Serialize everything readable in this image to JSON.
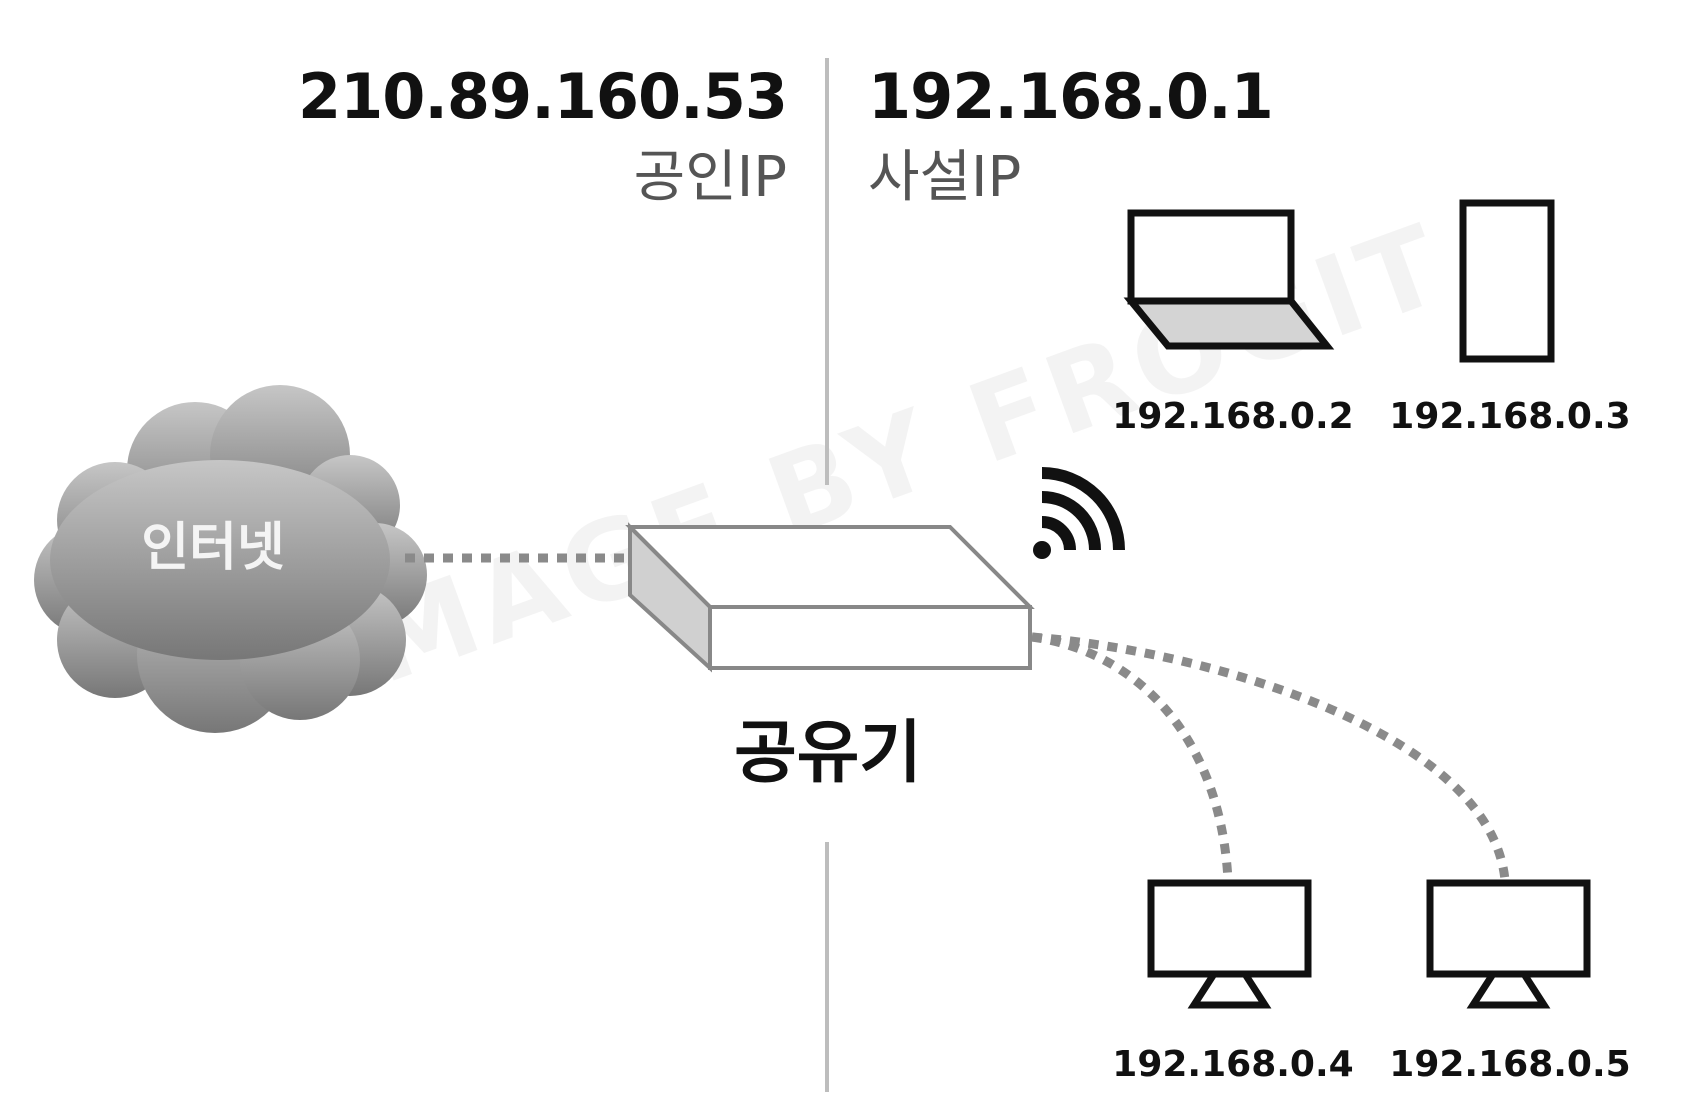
{
  "public": {
    "ip": "210.89.160.53",
    "label": "공인IP"
  },
  "private": {
    "ip": "192.168.0.1",
    "label": "사설IP"
  },
  "internet": {
    "label": "인터넷"
  },
  "router": {
    "label": "공유기"
  },
  "devices": {
    "laptop": "192.168.0.2",
    "tablet": "192.168.0.3",
    "monitor1": "192.168.0.4",
    "monitor2": "192.168.0.5"
  },
  "watermark": "IMAGE BY FROGIT",
  "colors": {
    "line": "#8a8a8a",
    "divider": "#bdbdbd",
    "cloud_top": "#c4c4c4",
    "cloud_bottom": "#7a7a7a",
    "text": "#111111"
  },
  "icons": [
    "cloud-icon",
    "router-icon",
    "wifi-icon",
    "laptop-icon",
    "tablet-icon",
    "monitor-icon"
  ]
}
